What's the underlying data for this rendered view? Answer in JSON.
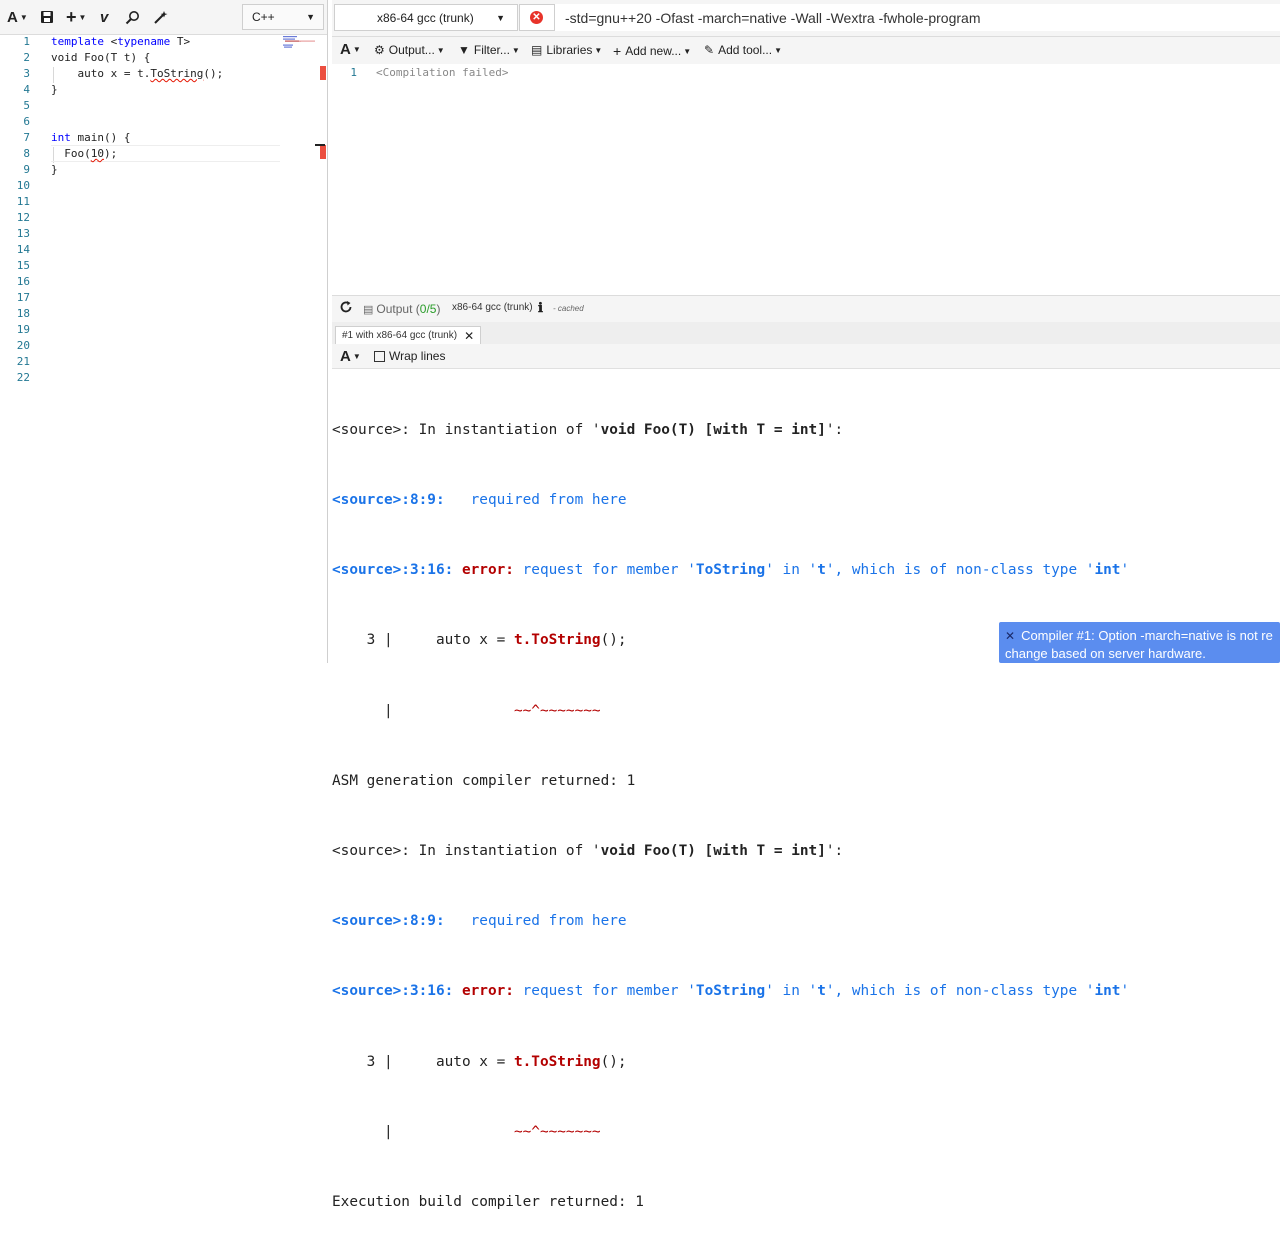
{
  "editor": {
    "language": "C++",
    "line_numbers": [
      "1",
      "2",
      "3",
      "4",
      "5",
      "6",
      "7",
      "8",
      "9",
      "10",
      "11",
      "12",
      "13",
      "14",
      "15",
      "16",
      "17",
      "18",
      "19",
      "20",
      "21",
      "22"
    ],
    "code": {
      "l1_kw": "template",
      "l1_rest": " <",
      "l1_kw2": "typename",
      "l1_end": " T>",
      "l2": "void Foo(T t) {",
      "l3_pre": "    auto x = t.",
      "l3_squig": "ToString",
      "l3_post": "();",
      "l4": "}",
      "l7_kw": "int",
      "l7_rest": " main() {",
      "l8_pre": "  Foo(",
      "l8_squig": "10",
      "l8_post": ");",
      "l9": "}"
    }
  },
  "compiler": {
    "name": "x86-64 gcc (trunk)",
    "options": "-std=gnu++20 -Ofast -march=native -Wall -Wextra -fwhole-program"
  },
  "output_toolbar": {
    "font": "A",
    "output": "Output...",
    "filter": "Filter...",
    "libraries": "Libraries",
    "add_new": "Add new...",
    "add_tool": "Add tool..."
  },
  "asm": {
    "line_number": "1",
    "text": "<Compilation failed>"
  },
  "status": {
    "output_label": "Output (",
    "output_count": "0/5",
    "output_close": ")",
    "compiler": "x86-64 gcc (trunk)",
    "cached": "- cached"
  },
  "tab": {
    "title": "#1 with x86-64 gcc (trunk)"
  },
  "output_panel": {
    "font": "A",
    "wrap": "Wrap lines",
    "lines": {
      "a1_pre": "<source>: In instantiation of '",
      "a1_bold": "void Foo(T) [with T = int]",
      "a1_post": "':",
      "a2_src": "<source>:8:9:",
      "a2_rest": "   required from here",
      "a3_src": "<source>:3:16:",
      "a3_err": "error:",
      "a3_m1": " request for member '",
      "a3_b1": "ToString",
      "a3_m2": "' in '",
      "a3_b2": "t",
      "a3_m3": "', which is of non-class type '",
      "a3_b3": "int",
      "a3_m4": "'",
      "a4_pre": "    3 |     auto x = ",
      "a4_err": "t.ToString",
      "a4_post": "();",
      "a5_pre": "      |              ",
      "a5_err": "~~^~~~~~~~",
      "a6": "ASM generation compiler returned: 1",
      "b6": "Execution build compiler returned: 1"
    }
  },
  "toast": {
    "line1": "Compiler #1: Option -march=native is not re",
    "line2": "change based on server hardware."
  }
}
